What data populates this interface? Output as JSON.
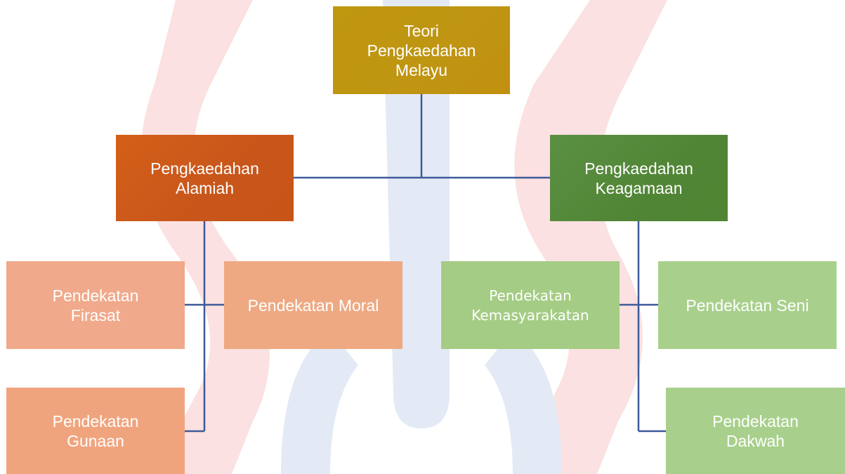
{
  "colors": {
    "root": "#c29810",
    "alamiah": "#cc5a18",
    "keagamaan": "#558b3a",
    "leaf_orange": "#f0a77b",
    "leaf_green": "#a8d08c",
    "connector": "#3d5a99",
    "watermark_red": "#f9dede",
    "watermark_blue": "#dfe7f4"
  },
  "nodes": {
    "root": {
      "line1": "Teori",
      "line2": "Pengkaedahan",
      "line3": "Melayu"
    },
    "alamiah": {
      "line1": "Pengkaedahan",
      "line2": "Alamiah"
    },
    "keagamaan": {
      "line1": "Pengkaedahan",
      "line2": "Keagamaan"
    },
    "firasat": {
      "line1": "Pendekatan",
      "line2": "Firasat"
    },
    "moral": {
      "line1": "Pendekatan Moral"
    },
    "gunaan": {
      "line1": "Pendekatan",
      "line2": "Gunaan"
    },
    "kemasyarakatan": {
      "line1": "Pendekatan",
      "line2": "Kemasyarakatan"
    },
    "seni": {
      "line1": "Pendekatan Seni"
    },
    "dakwah": {
      "line1": "Pendekatan",
      "line2": "Dakwah"
    }
  }
}
